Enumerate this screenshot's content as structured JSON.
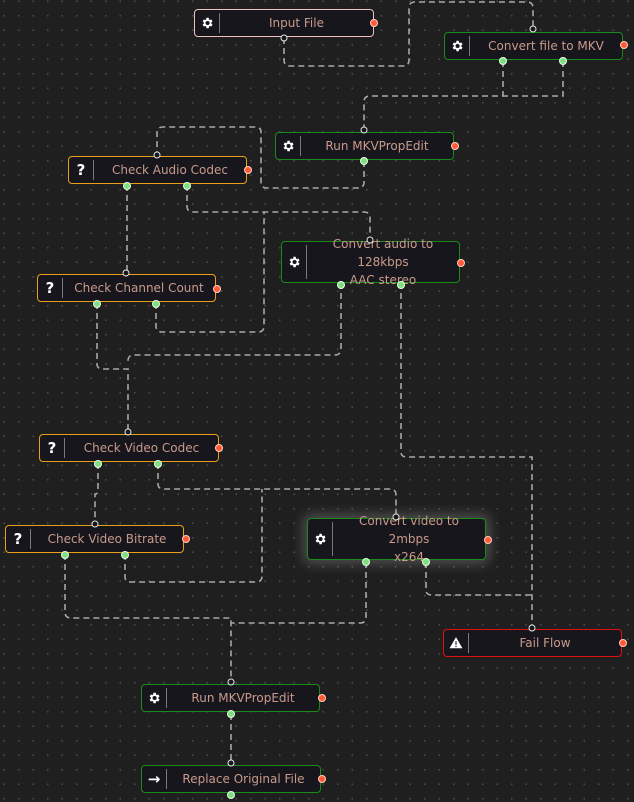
{
  "nodes": {
    "input_file": {
      "label": "Input File",
      "icon": "gear-icon",
      "type": "input"
    },
    "convert_mkv": {
      "label": "Convert file to MKV",
      "icon": "gear-icon",
      "type": "process"
    },
    "run_mkvpropedit_1": {
      "label": "Run MKVPropEdit",
      "icon": "gear-icon",
      "type": "process"
    },
    "check_audio_codec": {
      "label": "Check Audio Codec",
      "icon": "question-icon",
      "type": "condition"
    },
    "convert_audio": {
      "label": "Convert audio to 128kbps\nAAC stereo",
      "icon": "gear-icon",
      "type": "process"
    },
    "check_channel_count": {
      "label": "Check Channel Count",
      "icon": "question-icon",
      "type": "condition"
    },
    "check_video_codec": {
      "label": "Check Video Codec",
      "icon": "question-icon",
      "type": "condition"
    },
    "check_video_bitrate": {
      "label": "Check Video Bitrate",
      "icon": "question-icon",
      "type": "condition"
    },
    "convert_video": {
      "label": "Convert video to 2mbps\nx264",
      "icon": "gear-icon",
      "type": "process",
      "selected": true
    },
    "fail_flow": {
      "label": "Fail Flow",
      "icon": "warning-icon",
      "type": "failure"
    },
    "run_mkvpropedit_2": {
      "label": "Run MKVPropEdit",
      "icon": "gear-icon",
      "type": "process"
    },
    "replace_original": {
      "label": "Replace Original File",
      "icon": "arrow-right-icon",
      "type": "process"
    }
  },
  "icons": {
    "question": "?",
    "arrow": "→"
  },
  "colors": {
    "process_border": "#1a8a1a",
    "condition_border": "#e8a018",
    "failure_border": "#e01010",
    "input_border": "#f0c0c0",
    "output_handle": "#7ee07e",
    "error_handle": "#ff5a36",
    "edge": "#a8a8a8"
  }
}
